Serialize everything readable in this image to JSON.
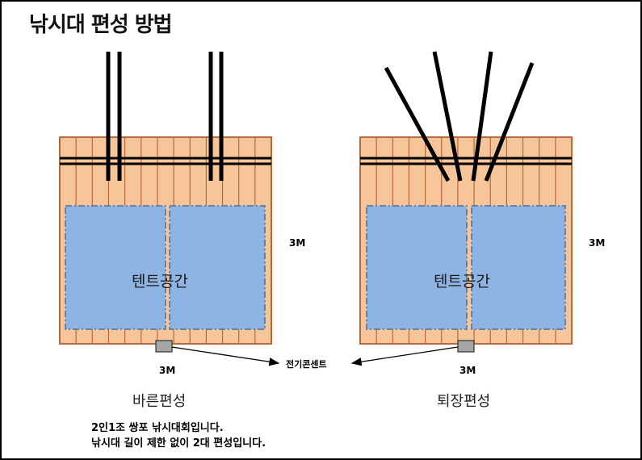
{
  "title": "낚시대 편성 방법",
  "left_panel": {
    "tent_label": "텐트공간",
    "width_label": "3M",
    "depth_label": "3M",
    "caption": "바른편성"
  },
  "right_panel": {
    "tent_label": "텐트공간",
    "width_label": "3M",
    "depth_label": "3M",
    "caption": "퇴장편성"
  },
  "outlet_label": "전기콘센트",
  "notes": [
    "2인1조 쌍포 낚시대회입니다.",
    "낚시대 길이 제한 없이 2대 편성입니다."
  ],
  "colors": {
    "deck_fill": "#f7c59a",
    "deck_plank": "#b8693a",
    "tent_fill": "#8eb4e3",
    "tent_border": "#4f6e9a",
    "rod": "#000000",
    "outlet_fill": "#a6a6a6"
  }
}
